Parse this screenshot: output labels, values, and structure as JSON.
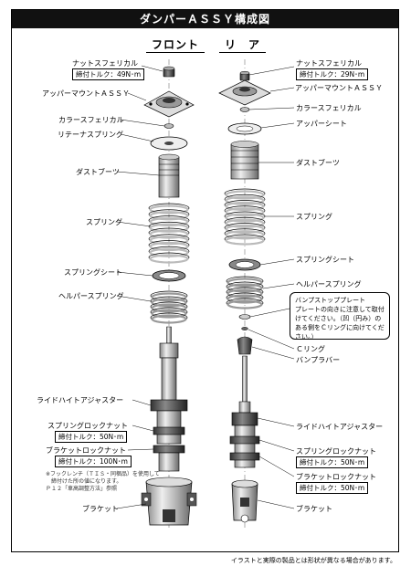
{
  "title": "ダンパーＡＳＳＹ構成図",
  "front_heading": "フロント",
  "rear_heading": "リ　ア",
  "front": {
    "nut": "ナットスフェリカル",
    "nut_torque": "締付トルク：49N･m",
    "upper_mount": "アッパーマウントＡＳＳＹ",
    "collar": "カラースフェリカル",
    "retainer": "リテーナスプリング",
    "dust_boot": "ダストブーツ",
    "spring": "スプリング",
    "spring_seat": "スプリングシート",
    "helper": "ヘルパースプリング",
    "ride_height": "ライドハイトアジャスター",
    "lock_nut": "スプリングロックナット",
    "lock_torque": "締付トルク：50N･m",
    "bracket_nut": "ブラケットロックナット",
    "bracket_torque": "締付トルク：100N･m",
    "note_1": "※フックレンチ（ＴＩＳ・同梱品）を使用して",
    "note_2": "締付けた所の値になります。",
    "note_3": "Ｐ１２「車高調整方法」参照",
    "bracket": "ブラケット"
  },
  "rear": {
    "nut": "ナットスフェリカル",
    "nut_torque": "締付トルク：29N･m",
    "upper_mount": "アッパーマウントＡＳＳＹ",
    "collar": "カラースフェリカル",
    "upper_seat": "アッパーシート",
    "dust_boot": "ダストブーツ",
    "spring": "スプリング",
    "spring_seat": "スプリングシート",
    "helper": "ヘルパースプリング",
    "bump_plate_1": "バンプストッププレート",
    "bump_plate_2": "プレートの向きに注意して取付",
    "bump_plate_3": "けてください。（凹（円み）の",
    "bump_plate_4": "ある側をＣリングに向けてくだ",
    "bump_plate_5": "さい。）",
    "c_ring": "Ｃリング",
    "bump_rubber": "バンプラバー",
    "ride_height": "ライドハイトアジャスター",
    "lock_nut": "スプリングロックナット",
    "lock_torque": "締付トルク：50N･m",
    "bracket_nut": "ブラケットロックナット",
    "bracket_torque": "締付トルク：50N･m",
    "bracket": "ブラケット"
  },
  "footer": "イラストと実際の製品とは形状が異なる場合があります。"
}
